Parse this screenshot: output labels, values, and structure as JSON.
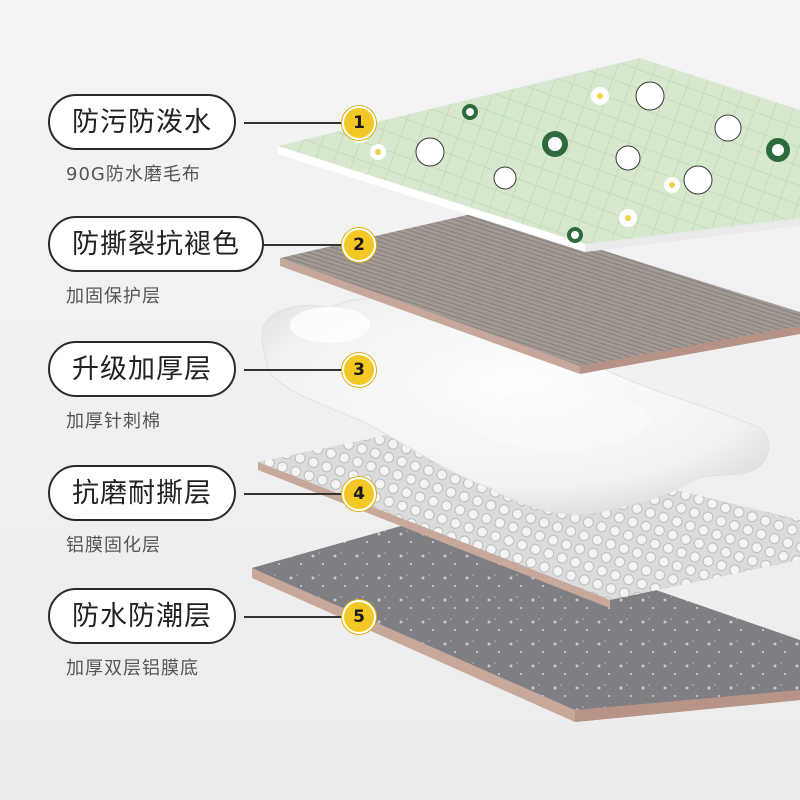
{
  "layers": [
    {
      "number": "1",
      "title": "防污防泼水",
      "subtitle": "90G防水磨毛布"
    },
    {
      "number": "2",
      "title": "防撕裂抗褪色",
      "subtitle": "加固保护层"
    },
    {
      "number": "3",
      "title": "升级加厚层",
      "subtitle": "加厚针刺棉"
    },
    {
      "number": "4",
      "title": "抗磨耐撕层",
      "subtitle": "铝膜固化层"
    },
    {
      "number": "5",
      "title": "防水防潮层",
      "subtitle": "加厚双层铝膜底"
    }
  ],
  "colors": {
    "badge": "#f4c824",
    "fabric": "#d8ead0",
    "gray_layer": "#a39a96",
    "foam": "#ffffff",
    "foil": "#d9d9d9",
    "base": "#7b7b80"
  }
}
